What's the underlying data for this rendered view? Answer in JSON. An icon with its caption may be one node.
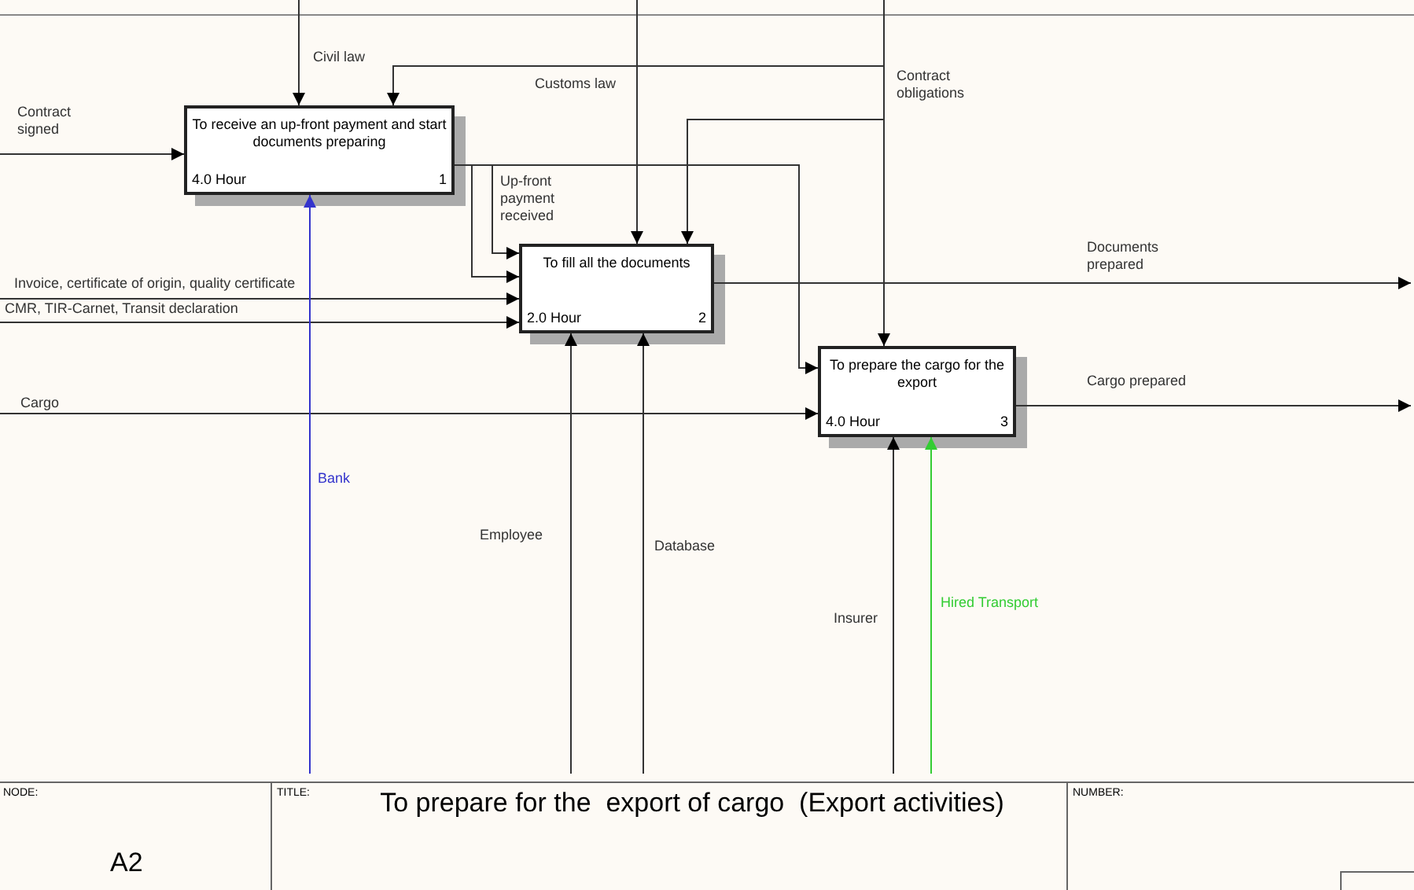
{
  "diagram": {
    "title": "To prepare for the  export of cargo  (Export activities)",
    "nodes": [
      {
        "text": [
          "To receive an up-front payment and start documents preparing",
          "4.0 Hour",
          "1"
        ]
      },
      {
        "text": [
          "To fill all the documents",
          "2.0 Hour",
          "2"
        ]
      },
      {
        "text": [
          "To prepare the cargo for the export",
          "4.0 Hour",
          "3"
        ]
      }
    ],
    "edges": [
      {
        "from": null,
        "to": 0,
        "arrow": "to",
        "label": "Contract signed"
      },
      {
        "from": null,
        "to": 0,
        "arrow": "to",
        "label": "Civil law"
      },
      {
        "from": null,
        "to": 0,
        "arrow": "to"
      },
      {
        "from": null,
        "to": 1,
        "arrow": "to"
      },
      {
        "from": null,
        "to": 2,
        "arrow": "to",
        "label": "Contract obligations"
      },
      {
        "from": null,
        "to": 1,
        "arrow": "to",
        "label": "Customs law"
      },
      {
        "from": 0,
        "to": 1,
        "arrow": "to",
        "label": "Up-front payment received"
      },
      {
        "from": 0,
        "to": 1,
        "arrow": "to"
      },
      {
        "from": 0,
        "to": 2,
        "arrow": "to"
      },
      {
        "from": null,
        "to": 1,
        "arrow": "to",
        "label": "Invoice, certificate of origin, quality certificate"
      },
      {
        "from": null,
        "to": 1,
        "arrow": "to",
        "label": "CMR, TIR-Carnet, Transit declaration"
      },
      {
        "from": null,
        "to": 2,
        "arrow": "to",
        "label": "Cargo"
      },
      {
        "from": 1,
        "to": null,
        "arrow": "to",
        "label": "Documents prepared"
      },
      {
        "from": 2,
        "to": null,
        "arrow": "to",
        "label": "Cargo prepared"
      },
      {
        "from": null,
        "to": 0,
        "arrow": "to",
        "label": "Bank",
        "color": "#3333cc"
      },
      {
        "from": null,
        "to": 1,
        "arrow": "to",
        "label": "Employee"
      },
      {
        "from": null,
        "to": 1,
        "arrow": "to",
        "label": "Database"
      },
      {
        "from": null,
        "to": 2,
        "arrow": "to",
        "label": "Insurer"
      },
      {
        "from": null,
        "to": 2,
        "arrow": "to",
        "label": "Hired Transport",
        "color": "#33cc33"
      }
    ],
    "labels": [
      "NODE:",
      "A2",
      "TITLE:",
      "NUMBER:"
    ]
  }
}
